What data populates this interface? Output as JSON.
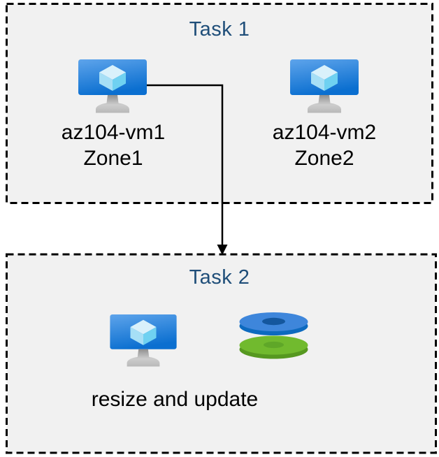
{
  "task1": {
    "title": "Task 1",
    "vms": [
      {
        "name": "az104-vm1",
        "zone": "Zone1"
      },
      {
        "name": "az104-vm2",
        "zone": "Zone2"
      }
    ]
  },
  "task2": {
    "title": "Task 2",
    "caption": "resize and update"
  },
  "icons": {
    "vm": "virtual-machine-icon",
    "disks": "managed-disks-icon",
    "arrow": "down-arrow-connector"
  },
  "colors": {
    "title_text": "#1F4E79",
    "label_text": "#000000",
    "box_fill": "#F1F1F1",
    "box_border": "#000000",
    "arrow": "#000000",
    "vm_screen_top": "#5EA4EB",
    "vm_screen_bottom": "#0B6FD0",
    "cube_top": "#D9F1FB",
    "cube_left": "#A6DFF6",
    "cube_right": "#6FD1F1",
    "stand_gray": "#BDBDBD",
    "disk_blue_top": "#3E86DB",
    "disk_blue_side": "#0D6ABF",
    "disk_blue_hole": "#14579E",
    "disk_green_top": "#71BA2E",
    "disk_green_side": "#569820",
    "disk_green_hole": "#5FA728"
  }
}
